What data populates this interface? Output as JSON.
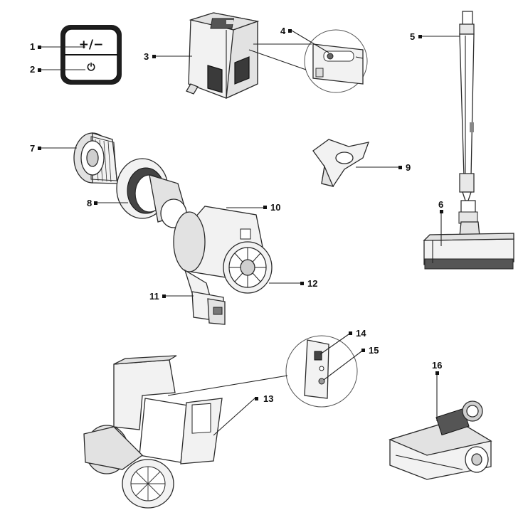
{
  "labels": {
    "l1": "1",
    "l2": "2",
    "l3": "3",
    "l4": "4",
    "l5": "5",
    "l6": "6",
    "l7": "7",
    "l8": "8",
    "l9": "9",
    "l10": "10",
    "l11": "11",
    "l12": "12",
    "l13": "13",
    "l14": "14",
    "l15": "15",
    "l16": "16"
  },
  "control_panel": {
    "plus_minus": "+/−",
    "power_symbol": "⏻"
  }
}
